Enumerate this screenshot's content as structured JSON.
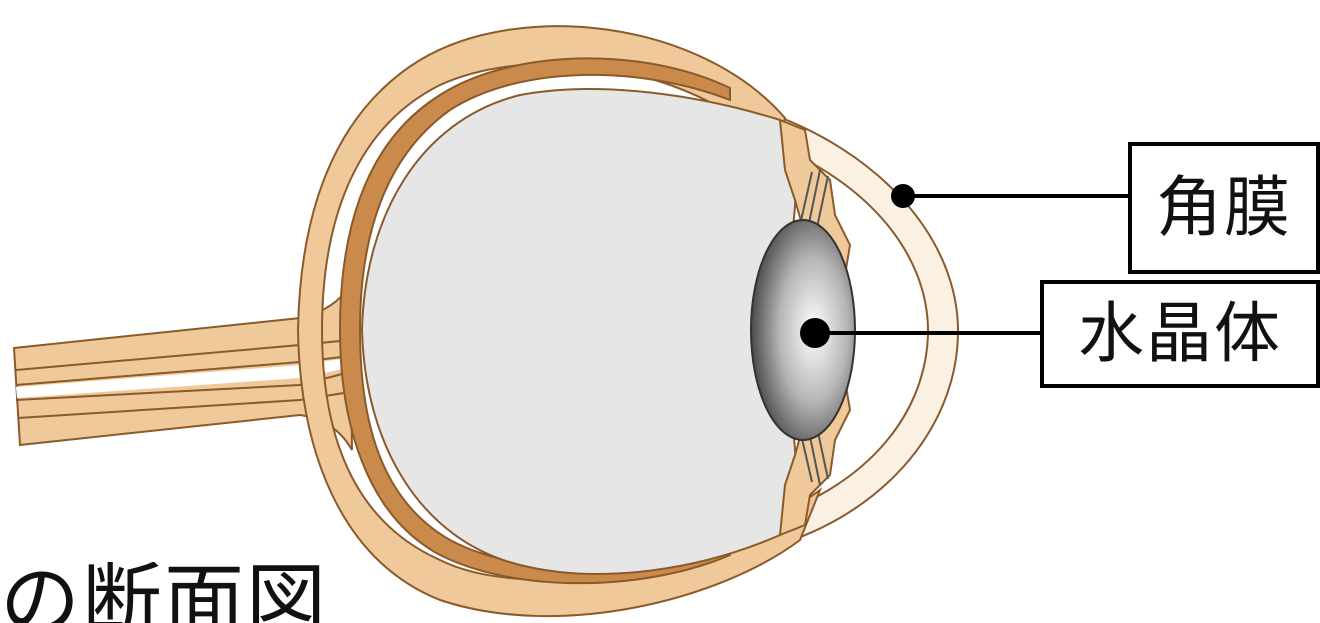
{
  "labels": {
    "cornea": "角膜",
    "lens": "水晶体"
  },
  "caption": "の断面図",
  "colors": {
    "sclera_fill": "#f0c99a",
    "choroid_fill": "#c98a4b",
    "outline": "#8a5a2b",
    "vitreous_fill": "#e6e6e6",
    "cornea_fill": "#fbf1e2",
    "lens_dark": "#4a4a4a",
    "lens_light": "#ffffff",
    "leader_line": "#000000"
  }
}
